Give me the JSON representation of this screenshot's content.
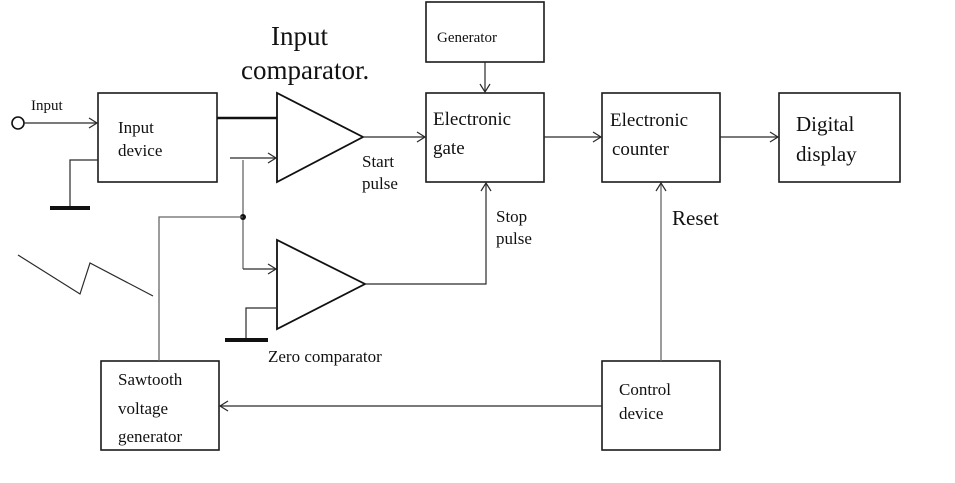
{
  "diagram": {
    "title_line1": "Input",
    "title_line2": "comparator.",
    "input_label": "Input",
    "blocks": {
      "input_device": [
        "Input",
        "device"
      ],
      "generator": [
        "Generator"
      ],
      "electronic_gate": [
        "Electronic",
        "gate"
      ],
      "electronic_counter": [
        "Electronic",
        "counter"
      ],
      "digital_display": [
        "Digital",
        "display"
      ],
      "sawtooth_generator": [
        "Sawtooth",
        "voltage",
        "generator"
      ],
      "control_device": [
        "Control",
        "device"
      ]
    },
    "labels": {
      "start_pulse": [
        "Start",
        "pulse"
      ],
      "stop_pulse": [
        "Stop",
        "pulse"
      ],
      "reset": "Reset",
      "zero_comparator": "Zero comparator"
    }
  }
}
